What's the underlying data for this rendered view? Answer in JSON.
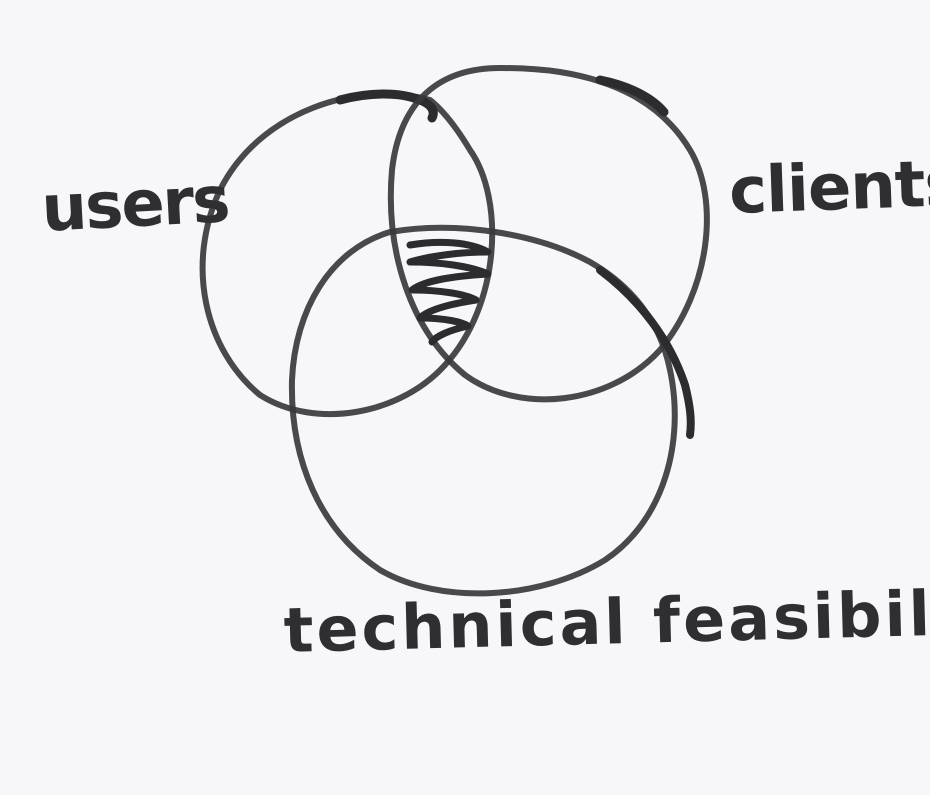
{
  "diagram": {
    "sets": [
      {
        "id": "users",
        "label": "users"
      },
      {
        "id": "clients",
        "label": "clients"
      },
      {
        "id": "technical-feasibility",
        "label": "technical feasibility"
      }
    ],
    "highlighted_region": [
      "users",
      "clients",
      "technical-feasibility"
    ],
    "ink_color": "#2f2f31",
    "paper_color": "#f7f7f9"
  }
}
